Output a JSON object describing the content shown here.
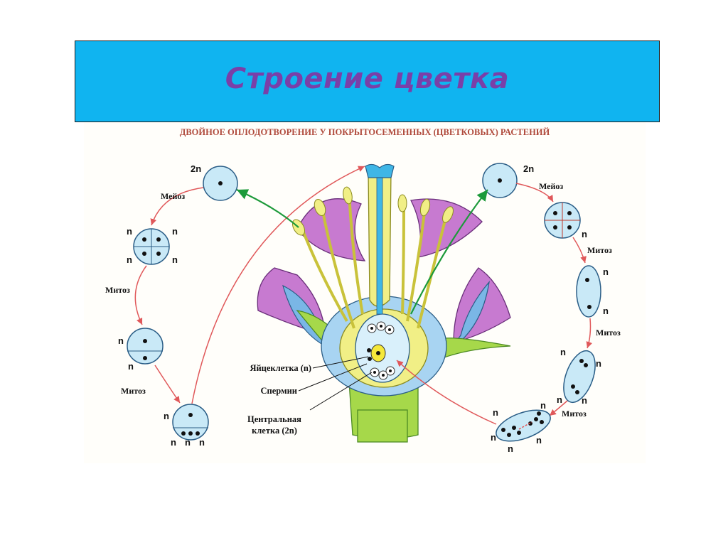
{
  "slide": {
    "title": "Строение цветка"
  },
  "diagram": {
    "heading": "ДВОЙНОЕ ОПЛОДОТВОРЕНИЕ У ПОКРЫТОСЕМЕННЫХ (ЦВЕТКОВЫХ) РАСТЕНИЙ",
    "ploidy_diploid": "2n",
    "ploidy_haploid": "n",
    "labels": {
      "meiosis": "Мейоз",
      "mitosis": "Митоз",
      "egg_cell": "Яйцеклетка (n)",
      "sperm": "Спермии",
      "central_cell_line1": "Центральная",
      "central_cell_line2": "клетка (2n)"
    }
  },
  "colors": {
    "title_bar": "#10b4f0",
    "title_text": "#7a3fa8",
    "petal": "#c77ad0",
    "receptacle": "#a6d84a",
    "ovary": "#f1ef86",
    "arrow_red": "#e0585a",
    "arrow_green": "#1c9a3a",
    "cell": "#c9e9f7"
  }
}
